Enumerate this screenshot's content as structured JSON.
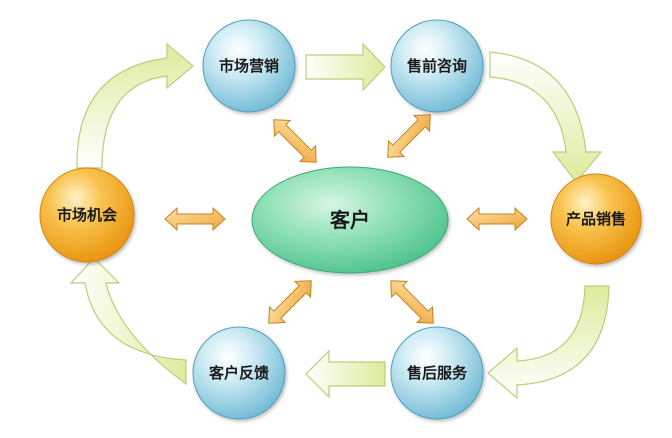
{
  "center": {
    "label": "客户"
  },
  "nodes": {
    "marketing": {
      "label": "市场营销"
    },
    "presales": {
      "label": "售前咨询"
    },
    "sales": {
      "label": "产品销售"
    },
    "aftersales": {
      "label": "售后服务"
    },
    "feedback": {
      "label": "客户反馈"
    },
    "opportunity": {
      "label": "市场机会"
    }
  },
  "colors": {
    "blue_node": "#8ccbe0",
    "orange_node": "#f3a41e",
    "center_ellipse": "#5fcc9a",
    "flow_arrow": "#f0f7cf",
    "link_arrow": "#f2b75a"
  }
}
